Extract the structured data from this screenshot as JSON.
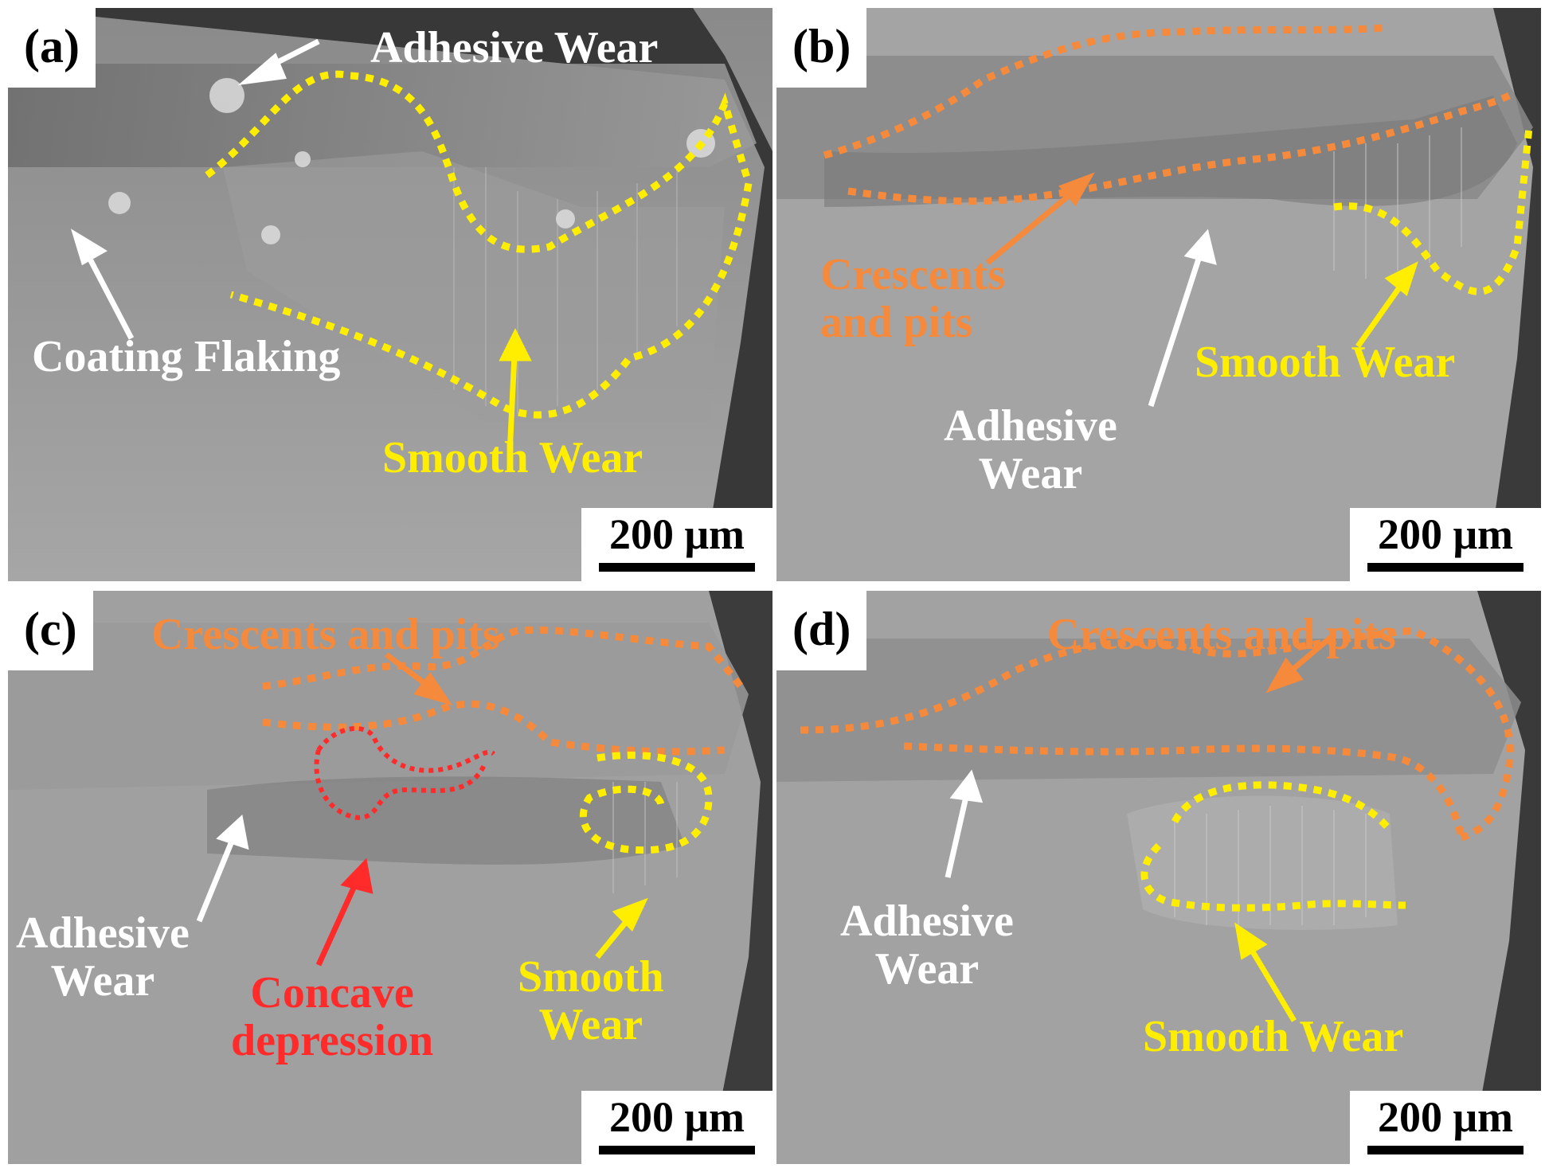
{
  "panels": {
    "a": {
      "label": "(a)",
      "annotations": {
        "adhesive": "Adhesive Wear",
        "flaking": "Coating Flaking",
        "smooth": "Smooth Wear"
      },
      "scale_bar": "200 μm"
    },
    "b": {
      "label": "(b)",
      "annotations": {
        "crescents": [
          "Crescents",
          "and pits"
        ],
        "adhesive": [
          "Adhesive",
          "Wear"
        ],
        "smooth": "Smooth Wear"
      },
      "scale_bar": "200 μm"
    },
    "c": {
      "label": "(c)",
      "annotations": {
        "crescents": "Crescents and pits",
        "adhesive": [
          "Adhesive",
          "Wear"
        ],
        "concave": [
          "Concave",
          "depression"
        ],
        "smooth": [
          "Smooth",
          "Wear"
        ]
      },
      "scale_bar": "200 μm"
    },
    "d": {
      "label": "(d)",
      "annotations": {
        "crescents": "Crescents and pits",
        "adhesive": [
          "Adhesive",
          "Wear"
        ],
        "smooth": "Smooth Wear"
      },
      "scale_bar": "200 μm"
    }
  },
  "colors": {
    "adhesive_wear": "#ffffff",
    "coating_flaking": "#ffffff",
    "smooth_wear": "#ffee00",
    "crescents_and_pits": "#f58a3c",
    "concave_depression": "#ff2a2a"
  }
}
